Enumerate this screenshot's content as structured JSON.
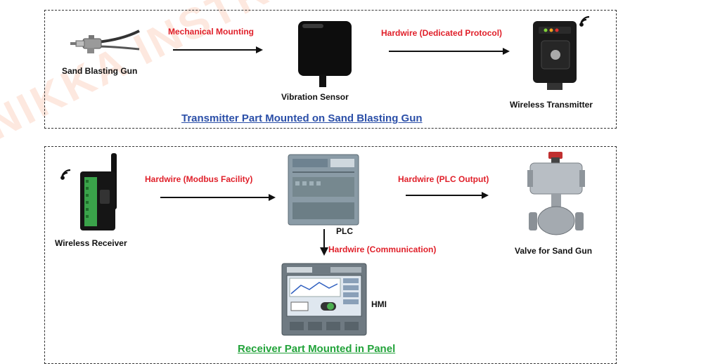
{
  "top": {
    "caption": "Transmitter Part Mounted on Sand Blasting Gun",
    "caption_color": "#2b4fa8",
    "devices": {
      "gun": "Sand Blasting Gun",
      "sensor": "Vibration Sensor",
      "transmitter": "Wireless Transmitter"
    },
    "connections": {
      "mechanical": "Mechanical Mounting",
      "dedicated": "Hardwire (Dedicated Protocol)"
    }
  },
  "bottom": {
    "caption": "Receiver Part Mounted in Panel",
    "caption_color": "#22a33a",
    "devices": {
      "receiver": "Wireless Receiver",
      "plc": "PLC",
      "valve": "Valve for Sand Gun",
      "hmi": "HMI"
    },
    "connections": {
      "modbus": "Hardwire (Modbus Facility)",
      "plc_output": "Hardwire (PLC Output)",
      "communication": "Hardwire (Communication)"
    }
  },
  "watermark": "NIKKA INSTRUMENTATION PVT. LTD.",
  "colors": {
    "connection_text": "#e0202a"
  }
}
